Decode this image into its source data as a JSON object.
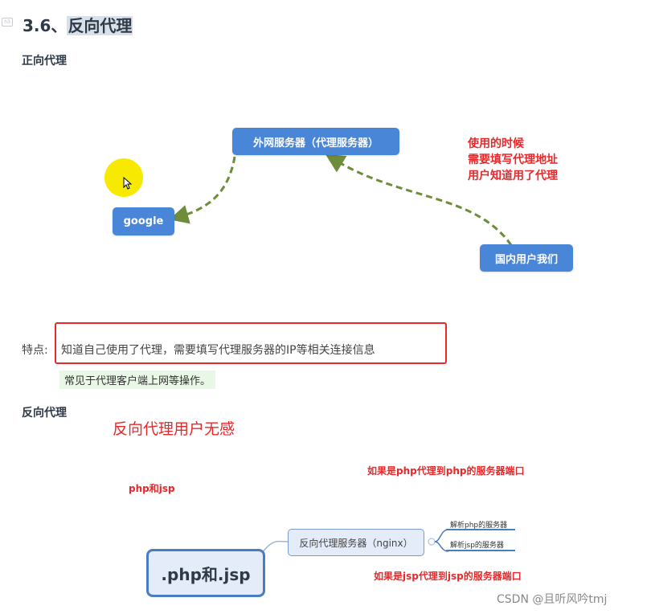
{
  "heading": {
    "badge": "h3",
    "number": "3.6、",
    "title": "反向代理"
  },
  "forward_proxy": {
    "subheading": "正向代理",
    "diagram": {
      "nodes": {
        "proxy_server": "外网服务器（代理服务器）",
        "google": "google",
        "user": "国内用户我们"
      },
      "note_lines": [
        "使用的时候",
        "需要填写代理地址",
        "用户知道用了代理"
      ],
      "colors": {
        "node_fill": "#4a86d8",
        "arrow": "#6e8c3a",
        "note": "#e8282a",
        "cursor_halo": "#f7ea00"
      }
    },
    "feature_label": "特点:",
    "feature_text": "知道自己使用了代理，需要填写代理服务器的IP等相关连接信息",
    "feature_note": "常见于代理客户端上网等操作。"
  },
  "reverse_proxy": {
    "subheading": "反向代理",
    "annotation": "反向代理用户无感",
    "diagram": {
      "label_php_jsp": "php和jsp",
      "root": ".php和.jsp",
      "proxy_node": "反向代理服务器（nginx）",
      "leaves": [
        "解析php的服务器",
        "解析jsp的服务器"
      ],
      "note_php": "如果是php代理到php的服务器端口",
      "note_jsp": "如果是jsp代理到jsp的服务器端口"
    }
  },
  "watermark": "CSDN @且听风吟tmj"
}
